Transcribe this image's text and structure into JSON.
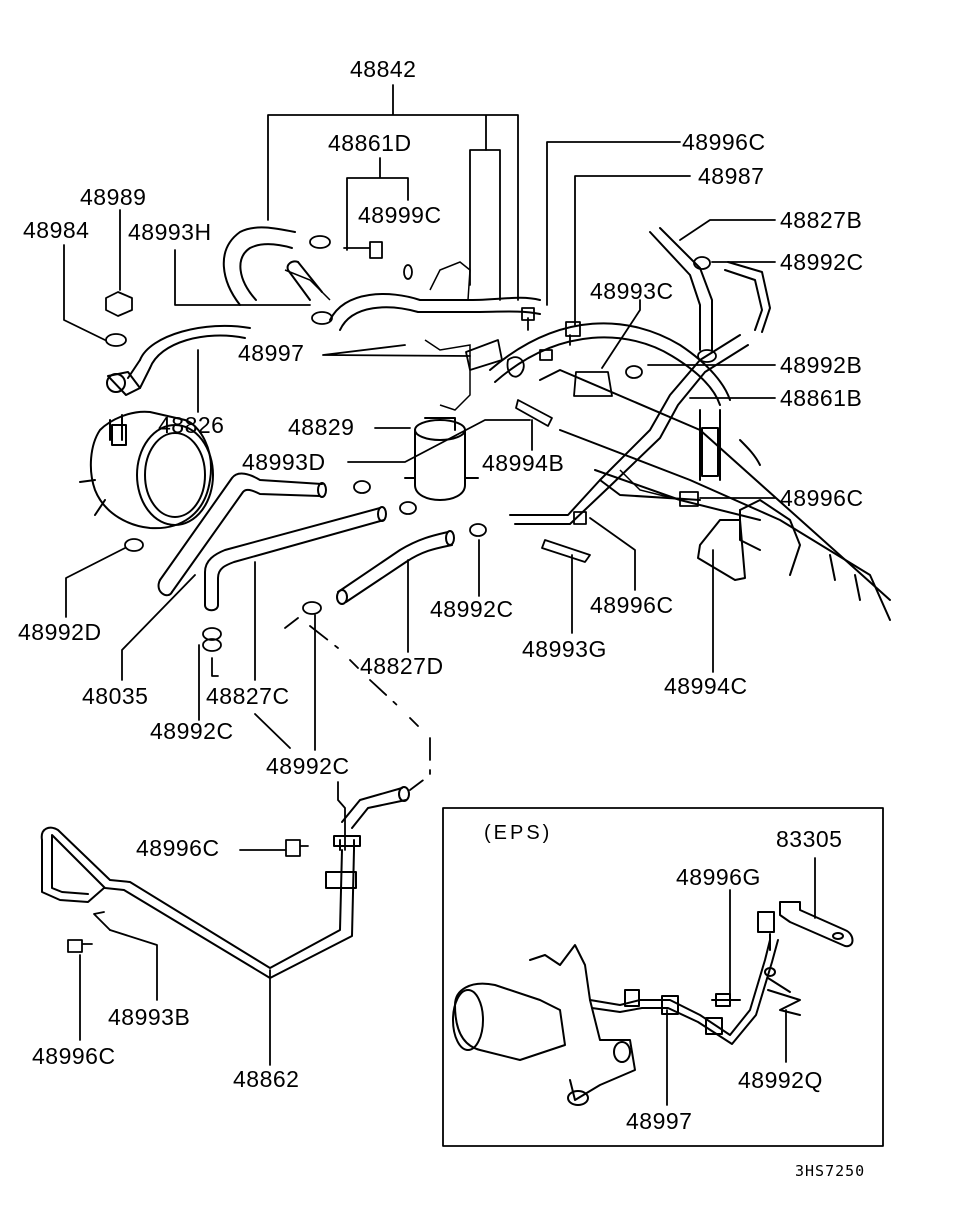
{
  "labels": {
    "l48842": "48842",
    "l48861D": "48861D",
    "l48996C_a": "48996C",
    "l48987": "48987",
    "l48989": "48989",
    "l48984": "48984",
    "l48993H": "48993H",
    "l48999C": "48999C",
    "l48827B": "48827B",
    "l48992C_a": "48992C",
    "l48993C": "48993C",
    "l48997_a": "48997",
    "l48992B": "48992B",
    "l48861B": "48861B",
    "l48826": "48826",
    "l48829": "48829",
    "l48993D": "48993D",
    "l48994B": "48994B",
    "l48996C_b": "48996C",
    "l48992D": "48992D",
    "l48992C_b": "48992C",
    "l48996C_c": "48996C",
    "l48993G": "48993G",
    "l48827D": "48827D",
    "l48994C": "48994C",
    "l48035": "48035",
    "l48827C": "48827C",
    "l48992C_c": "48992C",
    "l48992C_d": "48992C",
    "l48996C_d": "48996C",
    "l48993B": "48993B",
    "l48996C_e": "48996C",
    "l48862": "48862",
    "l83305": "83305",
    "l48996G": "48996G",
    "l48992Q": "48992Q",
    "l48997_b": "48997"
  },
  "inset": {
    "title": "(EPS)"
  },
  "footer": {
    "code": "3HS7250"
  },
  "colors": {
    "ink": "#000000",
    "background": "#ffffff"
  }
}
